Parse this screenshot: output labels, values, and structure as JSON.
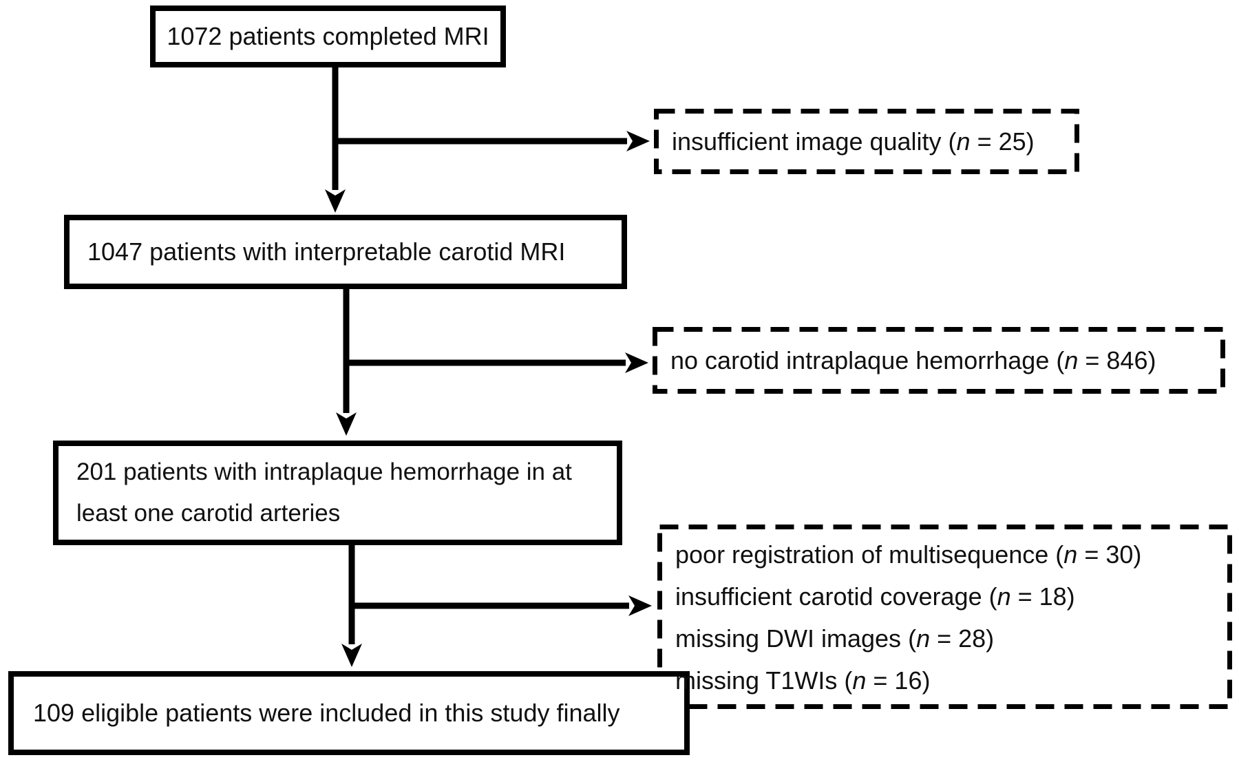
{
  "diagram": {
    "type": "patient-flow-chart",
    "colors": {
      "line": "#000000",
      "text": "#101010",
      "background": "#ffffff"
    },
    "main_boxes": [
      {
        "label": "1072 patients completed MRI"
      },
      {
        "label": "1047 patients with interpretable carotid MRI"
      },
      {
        "label": "201 patients with intraplaque hemorrhage in at least one carotid arteries"
      },
      {
        "label": "109 eligible patients were included in this study finally"
      }
    ],
    "exclusion_boxes": [
      {
        "lines": [
          "insufficient image quality (n = 25)"
        ]
      },
      {
        "lines": [
          "no carotid intraplaque hemorrhage (n = 846)"
        ]
      },
      {
        "lines": [
          "poor registration of multisequence (n = 30)",
          "insufficient carotid coverage (n = 18)",
          "missing DWI images (n = 28)",
          "missing T1WIs (n = 16)"
        ]
      }
    ]
  }
}
